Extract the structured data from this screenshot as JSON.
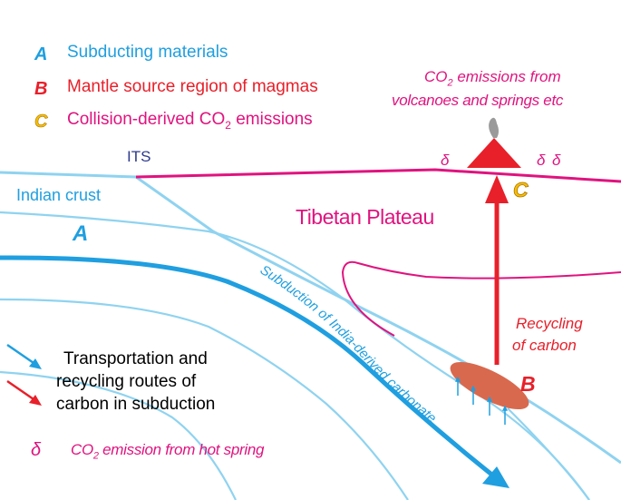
{
  "colors": {
    "cyan": "#1f9fe0",
    "light_cyan": "#8fd3f0",
    "red": "#e8202a",
    "magenta": "#e0137f",
    "yellow": "#f5c000",
    "navy": "#2d3a8c",
    "brown": "#d9694e",
    "gray": "#9a9a9a"
  },
  "legend_top": {
    "a": {
      "letter": "A",
      "text": "Subducting materials"
    },
    "b": {
      "letter": "B",
      "text": "Mantle source region of magmas"
    },
    "c": {
      "letter": "C",
      "text_before": "Collision-derived CO",
      "subscript": "2",
      "text_after": " emissions"
    }
  },
  "labels": {
    "emissions_line1_pre": "CO",
    "emissions_line1_sub": "2",
    "emissions_line1_post": " emissions  from",
    "emissions_line2": "volcanoes and springs etc",
    "its": "ITS",
    "indian_crust": "Indian crust",
    "tibetan_plateau": "Tibetan Plateau",
    "letter_a": "A",
    "letter_b": "B",
    "letter_c": "C",
    "subduction": "Subduction of India-derived carbonate",
    "recycling_line1": "Recycling",
    "recycling_line2": "of carbon"
  },
  "legend_bottom": {
    "transport_line1": "Transportation and",
    "transport_line2": "recycling routes of",
    "transport_line3": "carbon in subduction",
    "spring_symbol": "δ",
    "spring_text_pre": "CO",
    "spring_text_sub": "2",
    "spring_text_post": " emission from hot spring"
  }
}
